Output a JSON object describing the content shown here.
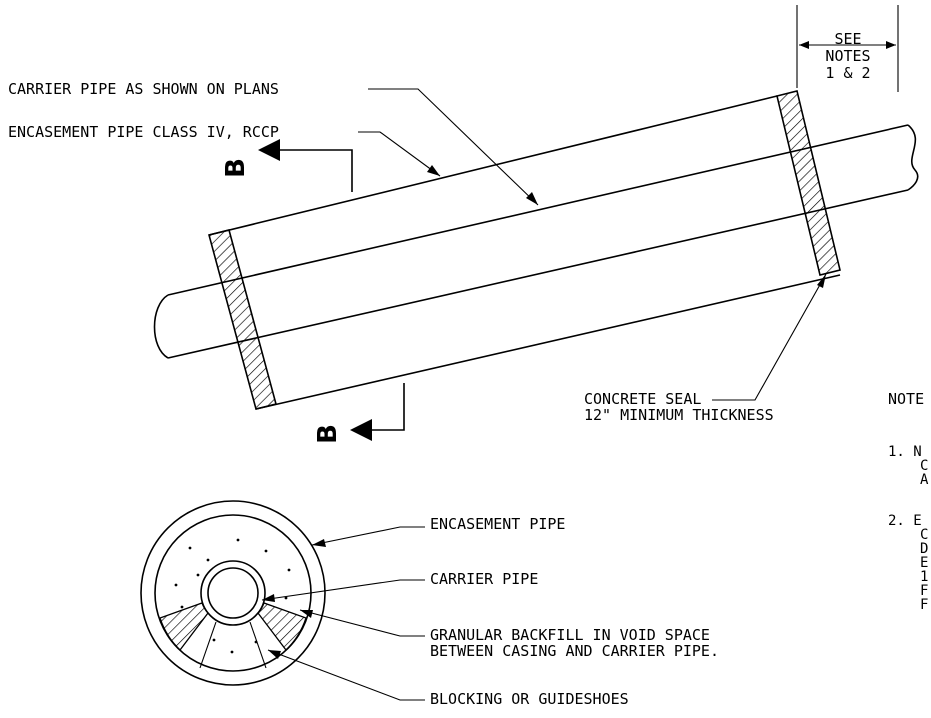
{
  "labels": {
    "carrier_pipe_plans": "CARRIER PIPE AS SHOWN ON PLANS",
    "encasement_pipe_class": "ENCASEMENT PIPE CLASS IV, RCCP",
    "concrete_seal_1": "CONCRETE SEAL",
    "concrete_seal_2": "12\" MINIMUM THICKNESS",
    "see_notes_1": "SEE",
    "see_notes_2": "NOTES",
    "see_notes_3": "1 & 2",
    "section_mark": "B"
  },
  "section": {
    "encasement_pipe": "ENCASEMENT PIPE",
    "carrier_pipe": "CARRIER PIPE",
    "granular_1": "GRANULAR BACKFILL IN VOID SPACE",
    "granular_2": "BETWEEN CASING AND CARRIER PIPE.",
    "blocking": "BLOCKING OR GUIDESHOES"
  },
  "notes": {
    "heading": "NOTE",
    "note1": [
      "1. N",
      "C",
      "A"
    ],
    "note2": [
      "2. E",
      "C",
      "D",
      "E",
      "1",
      "F",
      "F"
    ]
  }
}
